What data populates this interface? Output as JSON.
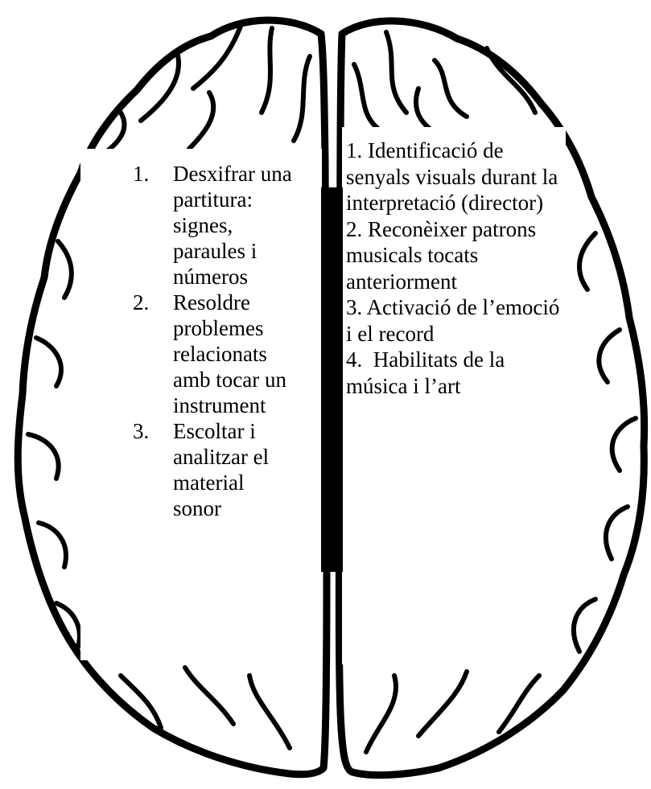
{
  "colors": {
    "outline": "#000000",
    "background": "#ffffff",
    "divider": "#000000"
  },
  "diagram": {
    "left_hemisphere": {
      "items": [
        {
          "number": "1.",
          "text": "Desxifrar una partitura: signes, paraules i números"
        },
        {
          "number": "2.",
          "text": "Resoldre problemes relacionats amb tocar un instrument"
        },
        {
          "number": "3.",
          "text": "Escoltar i analitzar el material sonor"
        }
      ]
    },
    "right_hemisphere": {
      "items": [
        {
          "number": "1.",
          "text": "Identificació de senyals visuals durant la interpretació (director)"
        },
        {
          "number": "2.",
          "text": "Reconèixer patrons musicals tocats anteriorment"
        },
        {
          "number": "3.",
          "text": "Activació de l’emoció i el record"
        },
        {
          "number": "4.",
          "text": "Habilitats de la música i l’art"
        }
      ]
    }
  }
}
